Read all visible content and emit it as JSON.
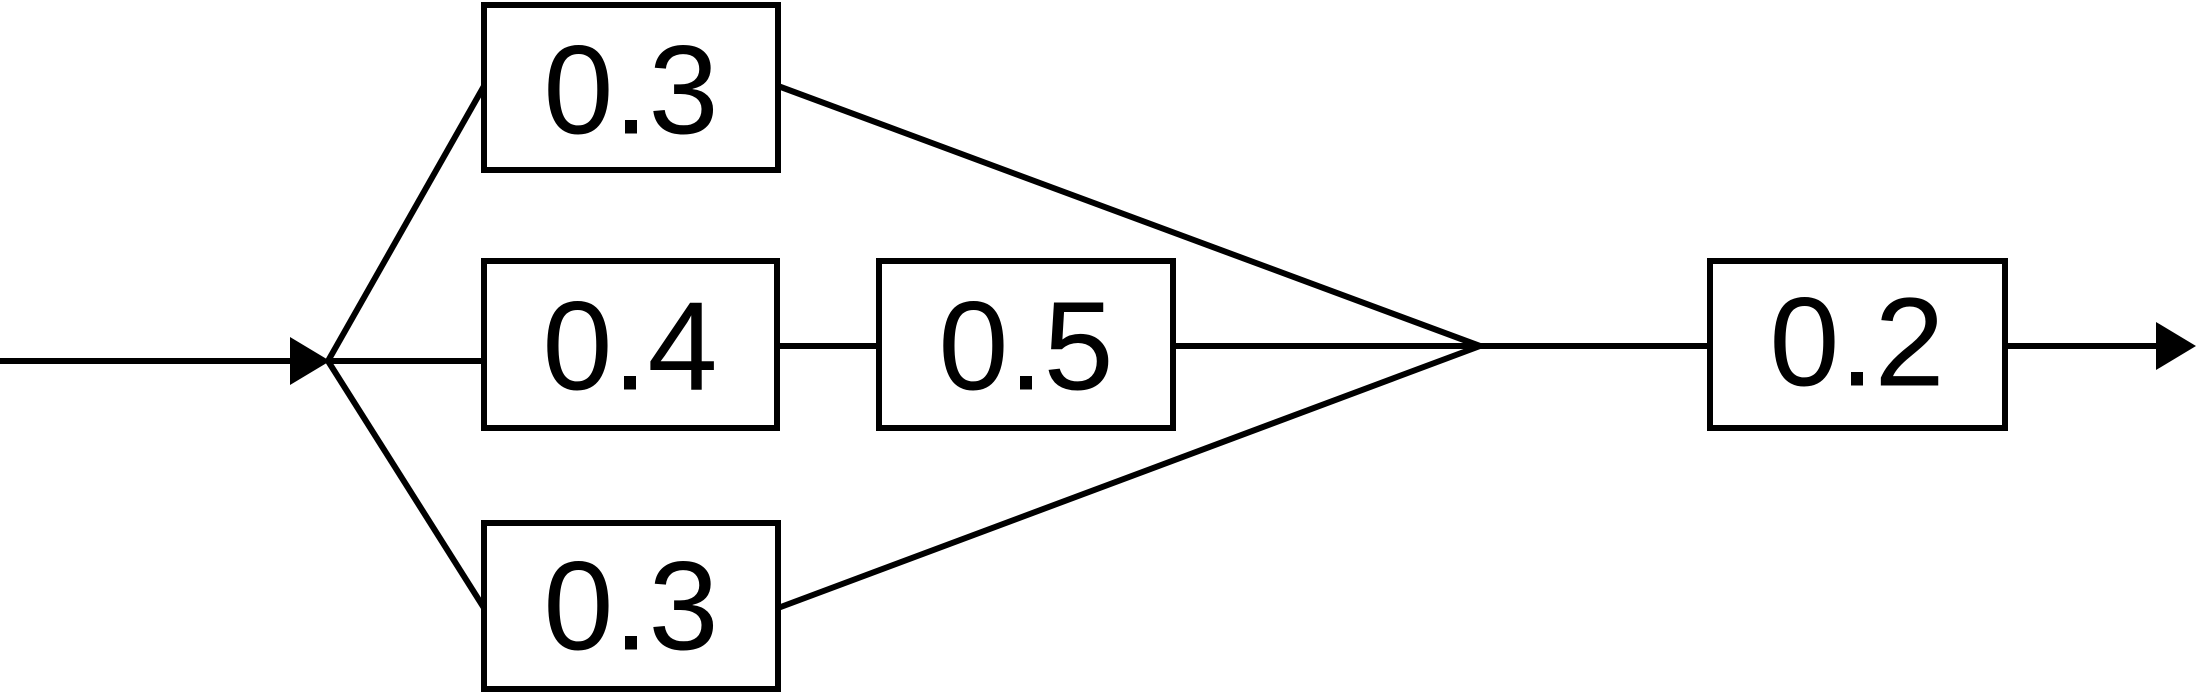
{
  "diagram": {
    "boxes": {
      "top": "0.3",
      "middle_left": "0.4",
      "middle_right": "0.5",
      "bottom": "0.3",
      "output": "0.2"
    },
    "colors": {
      "line": "#000000",
      "box_fill": "#ffffff",
      "background": "#ffffff"
    }
  }
}
